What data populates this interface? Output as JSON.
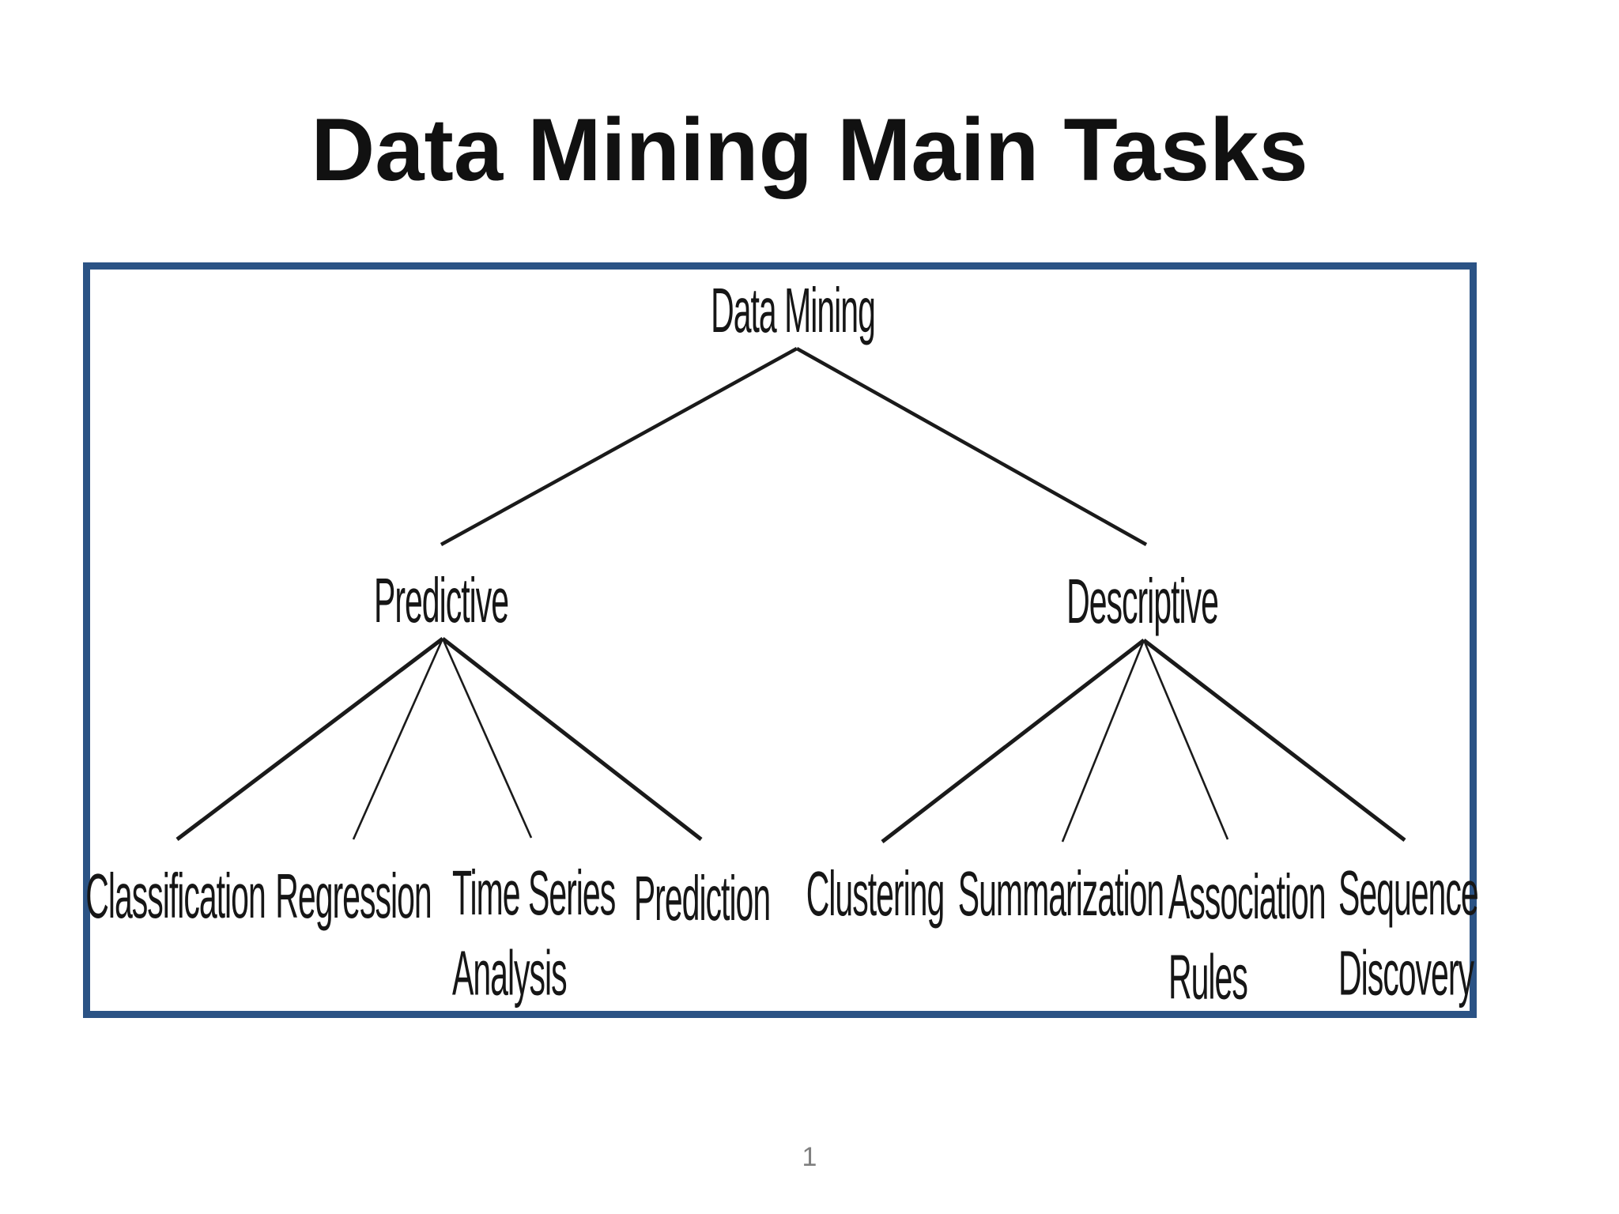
{
  "slide": {
    "title": "Data Mining Main Tasks",
    "page_number": "1",
    "background_color": "#ffffff"
  },
  "diagram": {
    "frame_border_color": "#2b5385",
    "text_color": "#161616",
    "edge_color": "#1a1a1a",
    "nodes": {
      "root": "Data Mining",
      "predictive": "Predictive",
      "descriptive": "Descriptive",
      "classification": "Classification",
      "regression": "Regression",
      "time_series_line1": "Time Series",
      "time_series_line2": "Analysis",
      "prediction": "Prediction",
      "clustering": "Clustering",
      "summarization": "Summarization",
      "association_line1": "Association",
      "association_line2": "Rules",
      "sequence_line1": "Sequence",
      "sequence_line2": "Discovery"
    },
    "structure": {
      "root": "Data Mining",
      "branches": [
        {
          "parent": "Predictive",
          "children": [
            "Classification",
            "Regression",
            "Time Series Analysis",
            "Prediction"
          ]
        },
        {
          "parent": "Descriptive",
          "children": [
            "Clustering",
            "Summarization",
            "Association Rules",
            "Sequence Discovery"
          ]
        }
      ]
    }
  }
}
